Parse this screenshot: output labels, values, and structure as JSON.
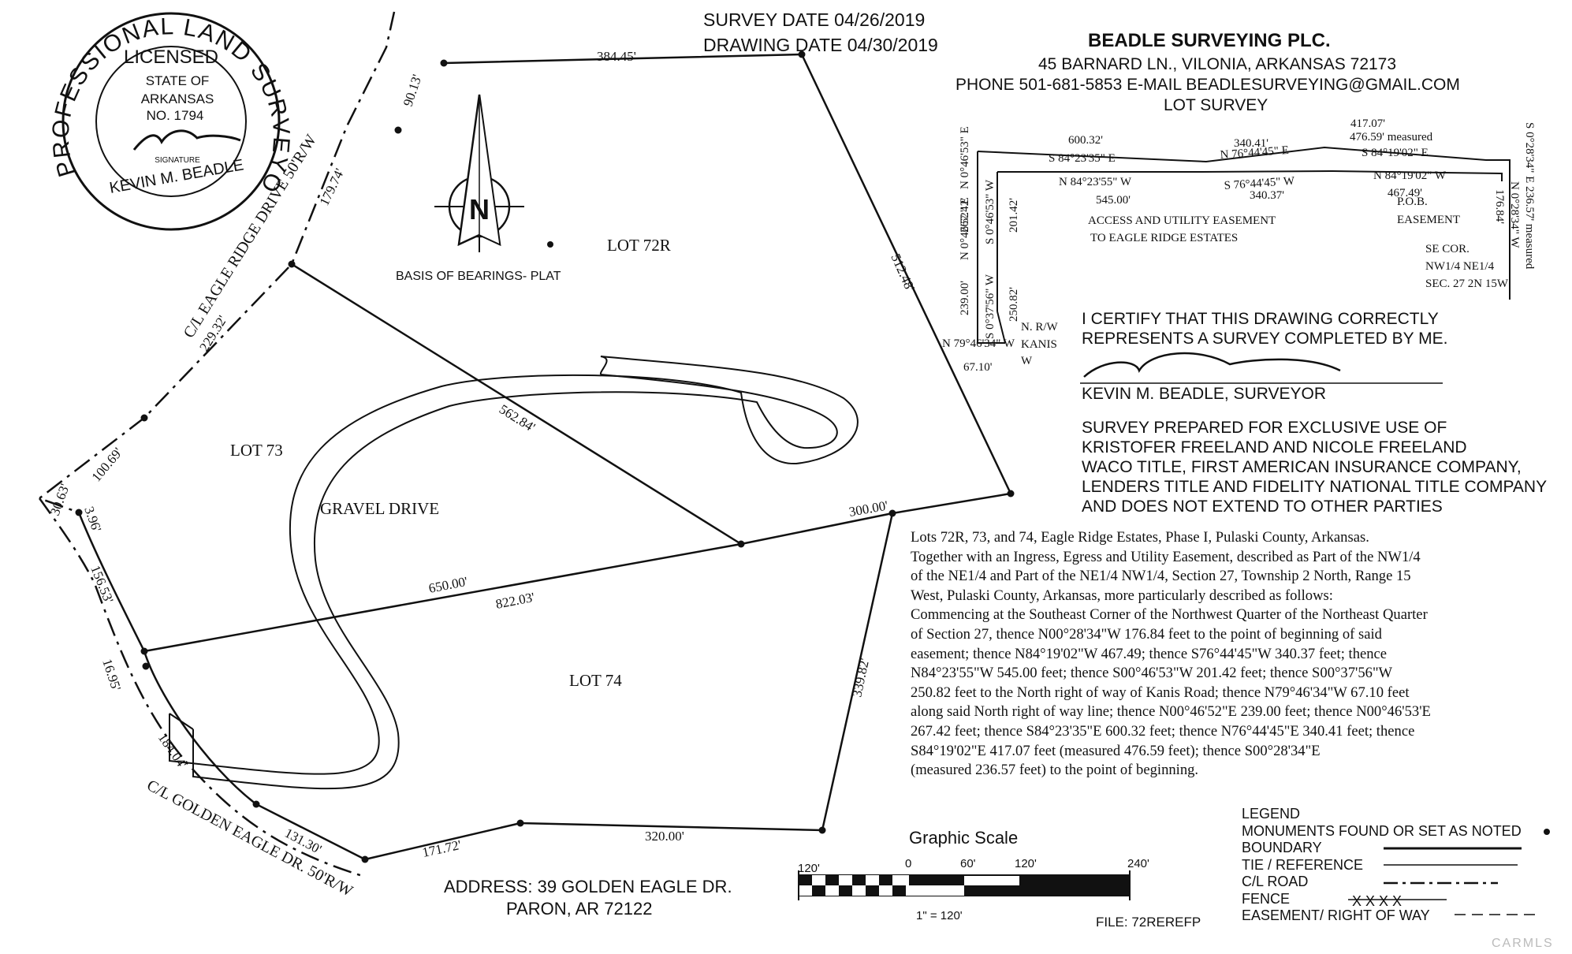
{
  "header": {
    "survey_date": "SURVEY DATE 04/26/2019",
    "drawing_date": "DRAWING DATE 04/30/2019",
    "company": "BEADLE SURVEYING PLC.",
    "address": "45 BARNARD LN., VILONIA, ARKANSAS 72173",
    "contact": "PHONE 501-681-5853  E-MAIL BEADLESURVEYING@GMAIL.COM",
    "survey_type": "LOT SURVEY"
  },
  "seal": {
    "ring_text": "PROFESSIONAL LAND SURVEYOR",
    "top": "LICENSED",
    "l1": "STATE OF",
    "l2": "ARKANSAS",
    "l3": "NO. 1794",
    "sig_label": "SIGNATURE",
    "name": "KEVIN M. BEADLE"
  },
  "north": {
    "letter": "N",
    "basis": "BASIS OF BEARINGS- PLAT"
  },
  "lots": {
    "lot72r": "LOT 72R",
    "lot73": "LOT 73",
    "lot74": "LOT 74",
    "drive": "GRAVEL DRIVE"
  },
  "roads": {
    "eagle_ridge": "C/L EAGLE RIDGE DRIVE 50'R/W",
    "golden_eagle": "C/L GOLDEN EAGLE DR. 50'R/W"
  },
  "dims": {
    "d384": "384.45'",
    "d512": "512.48'",
    "d300": "300.00'",
    "d339": "339.82'",
    "d320": "320.00'",
    "d171": "171.72'",
    "d131": "131.30'",
    "d184": "184.04'",
    "d1695": "16.95'",
    "d156": "156.53'",
    "d396": "3.96'",
    "d3063": "30.63'",
    "d100": "100.69'",
    "d229": "229.32'",
    "d179": "179.74'",
    "d90": "90.13'",
    "d562": "562.84'",
    "d650": "650.00'",
    "d822": "822.03'"
  },
  "easement": {
    "top1_len": "600.32'",
    "top1_brg": "S 84°23'35\" E",
    "top2_len": "340.41'",
    "top2_brg": "N 76°44'45\" E",
    "top3_len": "417.07'",
    "top3_meas": "476.59' measured",
    "top3_brg": "S 84°19'02\" E",
    "bot1_brg": "N 84°23'55\" W",
    "bot1_len": "545.00'",
    "bot2_brg": "S 76°44'45\" W",
    "bot2_len": "340.37'",
    "bot3_brg": "N 84°19'02\" W",
    "bot3_len": "467.49'",
    "left_outer_len": "267.42'",
    "left_outer_brg": "N 0°46'53\" E",
    "left_outer2_len": "239.00'",
    "left_outer2_brg": "N 0°46'52\" E",
    "left_inner_brg": "S 0°46'53\" W",
    "left_inner_len": "201.42'",
    "left_inner2_brg": "S 0°37'56\" W",
    "left_inner2_len": "250.82'",
    "bottom_brg": "N 79°46'34\" W",
    "bottom_len": "67.10'",
    "nrw": "N. R/W",
    "kanis": "KANIS",
    "w": "W",
    "access1": "ACCESS AND UTILITY EASEMENT",
    "access2": "TO EAGLE RIDGE ESTATES",
    "pob": "P.O.B.",
    "pob2": "EASEMENT",
    "right_inner": "N 0°28'34\" W",
    "right_inner_len": "176.84'",
    "right_outer": "S 0°28'34\" E 236.57' measured",
    "secor1": "SE COR.",
    "secor2": "NW1/4 NE1/4",
    "secor3": "SEC. 27 2N 15W"
  },
  "certification": {
    "line1": "I CERTIFY THAT THIS DRAWING CORRECTLY",
    "line2": "REPRESENTS A SURVEY COMPLETED BY ME.",
    "surveyor": "KEVIN M. BEADLE, SURVEYOR",
    "prep1": "SURVEY PREPARED FOR EXCLUSIVE USE OF",
    "prep2": "KRISTOFER FREELAND AND NICOLE FREELAND",
    "prep3": "WACO TITLE, FIRST AMERICAN INSURANCE COMPANY,",
    "prep4": "LENDERS TITLE AND FIDELITY NATIONAL TITLE COMPANY",
    "prep5": "AND DOES NOT EXTEND TO OTHER PARTIES"
  },
  "legal_description": [
    "Lots 72R, 73, and 74, Eagle Ridge Estates, Phase I, Pulaski County, Arkansas.",
    "Together with an Ingress, Egress and Utility Easement, described as Part of the NW1/4",
    "of the NE1/4 and Part of the NE1/4 NW1/4, Section 27, Township 2 North, Range 15",
    "West, Pulaski County, Arkansas, more particularly described as follows:",
    "Commencing at the Southeast Corner of the Northwest Quarter of the Northeast Quarter",
    "of Section 27, thence N00°28'34\"W 176.84 feet to the point of beginning of said",
    "easement; thence N84°19'02\"W 467.49; thence S76°44'45\"W 340.37 feet; thence",
    "N84°23'55\"W 545.00 feet; thence S00°46'53\"W 201.42 feet; thence S00°37'56\"W",
    "250.82 feet to the North right of way of Kanis Road; thence N79°46'34\"W 67.10 feet",
    "along said North right of way line; thence N00°46'52\"E 239.00 feet; thence N00°46'53'E",
    "267.42 feet; thence S84°23'35\"E 600.32 feet; thence N76°44'45\"E 340.41 feet; thence",
    "S84°19'02\"E 417.07 feet (measured 476.59 feet); thence S00°28'34\"E",
    "(measured 236.57 feet) to the point of beginning."
  ],
  "address": {
    "line1": "ADDRESS: 39 GOLDEN EAGLE DR.",
    "line2": "PARON, AR 72122"
  },
  "scale": {
    "title": "Graphic Scale",
    "t120l": "120'",
    "t0": "0",
    "t60": "60'",
    "t120": "120'",
    "t240": "240'",
    "ratio": "1\" = 120'"
  },
  "file": "FILE: 72REREFP",
  "legend": {
    "title": "LEGEND",
    "items": [
      "MONUMENTS FOUND OR SET AS NOTED",
      "BOUNDARY",
      "TIE / REFERENCE",
      "C/L ROAD",
      "FENCE",
      "EASEMENT/ RIGHT OF WAY"
    ],
    "fence_marks": "X  X  X  X"
  },
  "watermark": "CARMLS"
}
